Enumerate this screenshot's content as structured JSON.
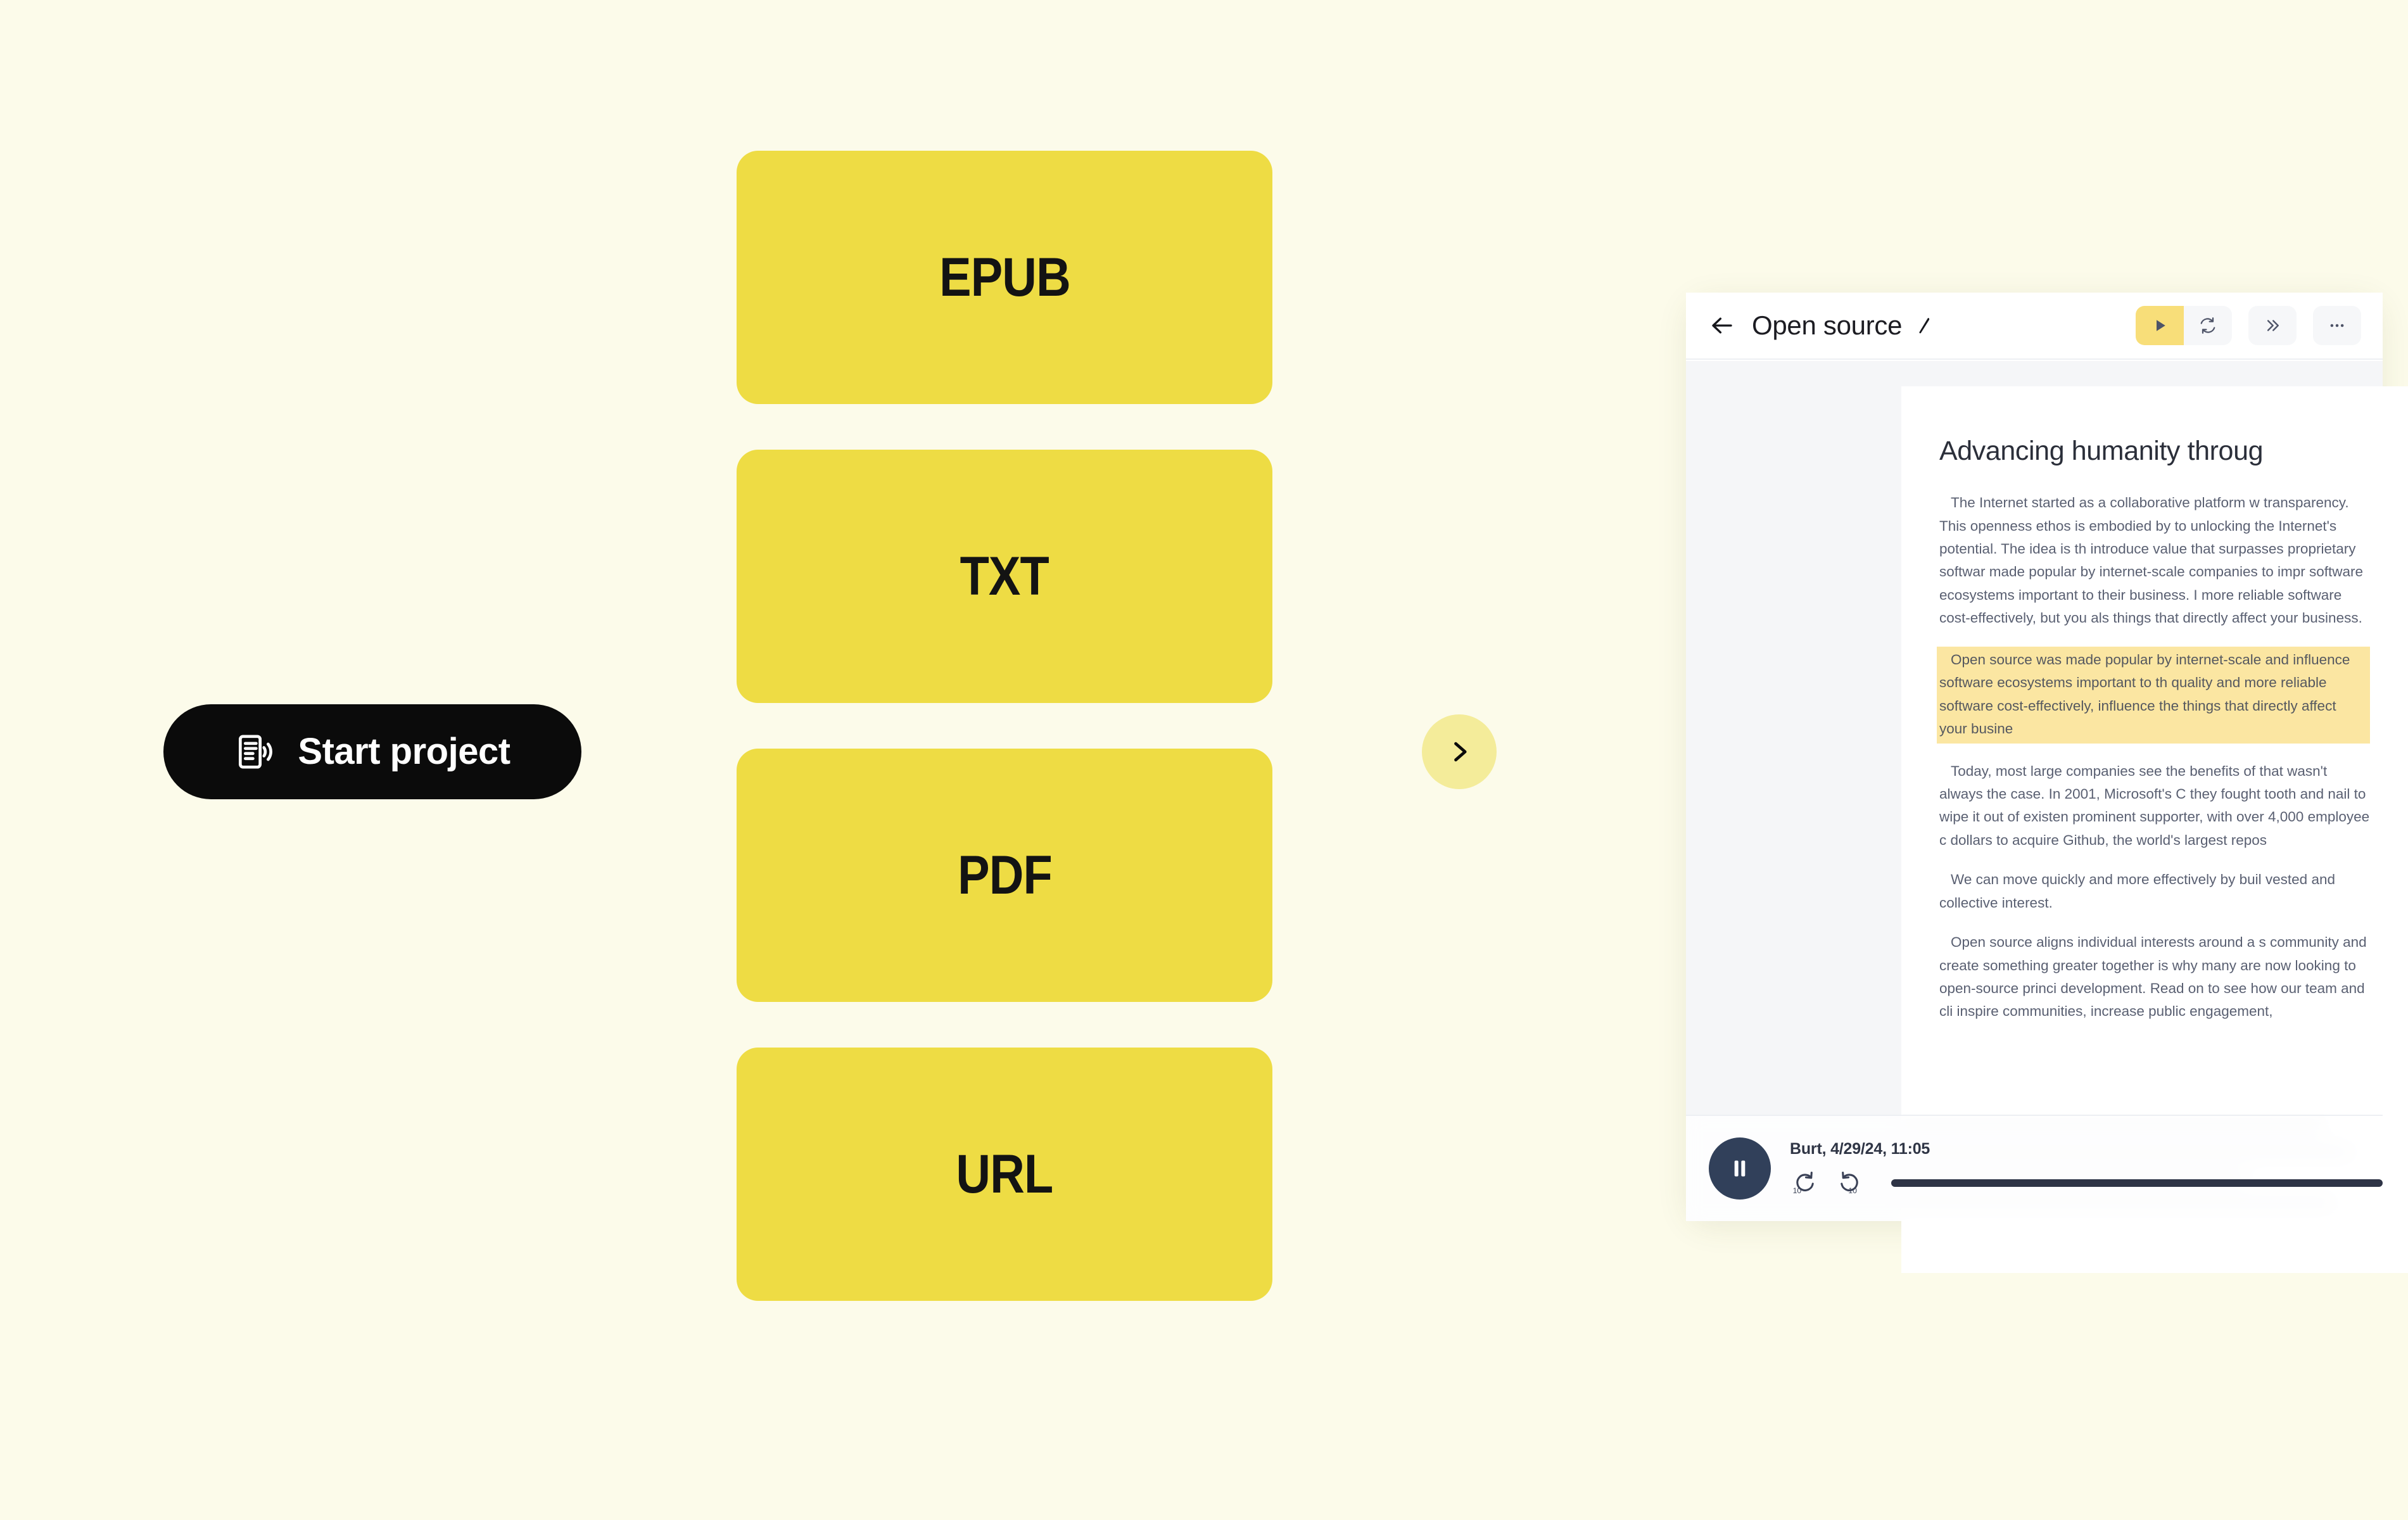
{
  "start_button": {
    "label": "Start project",
    "icon": "document-audio-icon"
  },
  "format_cards": [
    {
      "label": "EPUB"
    },
    {
      "label": "TXT"
    },
    {
      "label": "PDF"
    },
    {
      "label": "URL"
    }
  ],
  "next_arrow": {
    "icon": "chevron-right-icon"
  },
  "app_panel": {
    "header": {
      "back_icon": "arrow-left-icon",
      "title": "Open source",
      "edit_icon": "pencil-icon",
      "tools": [
        {
          "name": "play",
          "icon": "play-icon",
          "accent": true
        },
        {
          "name": "loop",
          "icon": "refresh-icon",
          "accent": false
        },
        {
          "name": "skip-ahead",
          "icon": "chevron-double-right-icon",
          "accent": false
        }
      ]
    },
    "document": {
      "title": "Advancing humanity throug",
      "paragraphs": [
        {
          "text": "The Internet started as a collaborative platform w transparency. This openness ethos is embodied by to unlocking the Internet's potential. The idea is th introduce value that surpasses proprietary softwar made popular by internet-scale companies to impr software ecosystems important to their business. I more reliable software cost-effectively, but you als things that directly affect your business.",
          "highlight": false
        },
        {
          "text": "Open source was made popular by internet-scale and influence software ecosystems important to th quality and more reliable software cost-effectively, influence the things that directly affect your busine",
          "highlight": true
        },
        {
          "text": "Today, most large companies see the benefits of that wasn't always the case. In 2001, Microsoft's C they fought tooth and nail to wipe it out of existen prominent supporter, with over 4,000 employee c dollars to acquire Github, the world's largest repos",
          "highlight": false
        },
        {
          "text": "We can move quickly and more effectively by buil vested and collective interest.",
          "highlight": false
        },
        {
          "text": "Open source aligns individual interests around a s community and create something greater together is why many are now looking to open-source princi development. Read on to see how our team and cli inspire communities, increase public engagement,",
          "highlight": false
        }
      ]
    },
    "player": {
      "state_icon": "pause-icon",
      "meta": "Burt, 4/29/24, 11:05",
      "skip_back_icon": "replay-10-icon",
      "skip_forward_icon": "forward-10-icon",
      "skip_back_label": "10",
      "skip_forward_label": "10"
    }
  },
  "colors": {
    "page_background": "#FCFBEA",
    "card_yellow": "#EEDC44",
    "arrow_circle": "#F4EC9A",
    "accent_tool": "#F8DE79",
    "highlight": "#FBE6A2",
    "player_dark": "#31405A",
    "button_black": "#0B0B0B"
  }
}
